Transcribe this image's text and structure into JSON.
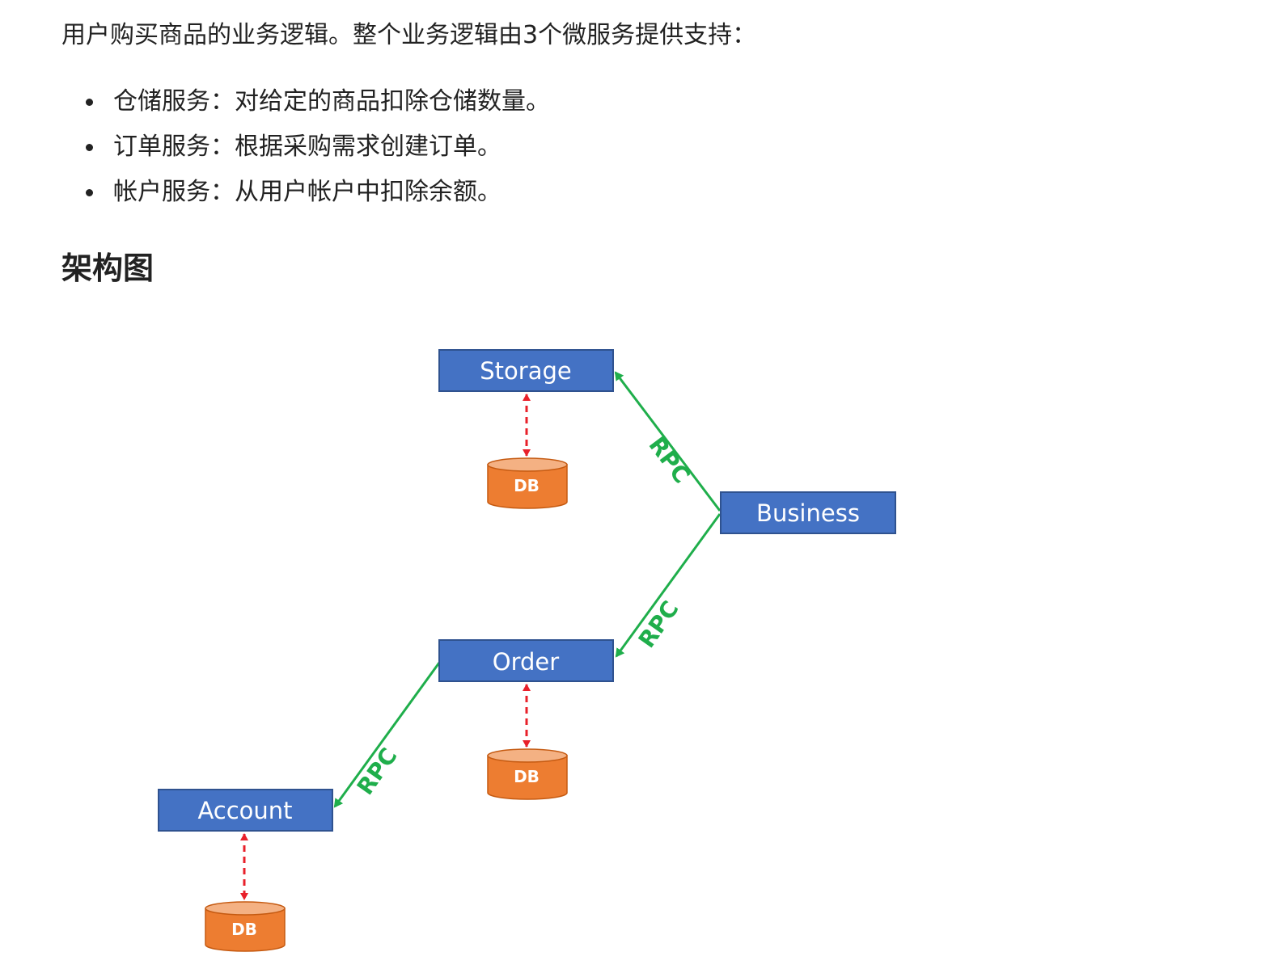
{
  "intro": "用户购买商品的业务逻辑。整个业务逻辑由3个微服务提供支持：",
  "services": [
    "仓储服务：对给定的商品扣除仓储数量。",
    "订单服务：根据采购需求创建订单。",
    "帐户服务：从用户帐户中扣除余额。"
  ],
  "section_title": "架构图",
  "diagram": {
    "nodes": {
      "storage": "Storage",
      "business": "Business",
      "order": "Order",
      "account": "Account"
    },
    "db_label": "DB",
    "rpc_label": "RPC",
    "colors": {
      "box_fill": "#4472c4",
      "box_stroke": "#2f528f",
      "rpc_line": "#1fae4b",
      "db_fill": "#ed7d31",
      "db_top": "#f4b183",
      "db_link": "#e8202a"
    }
  }
}
